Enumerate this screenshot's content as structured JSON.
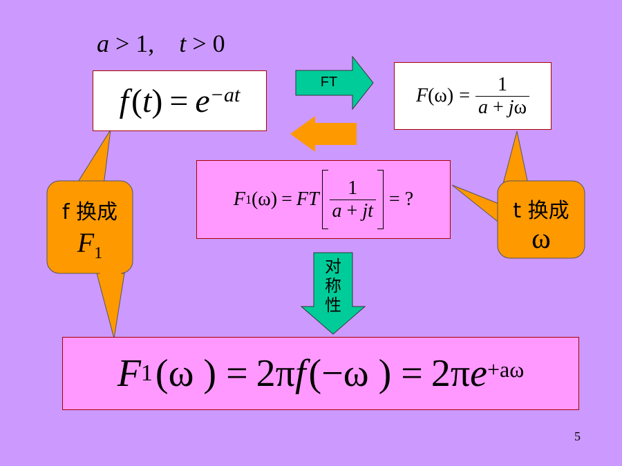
{
  "condition": {
    "a": "a",
    "gt1": "> 1,",
    "t": "t",
    "gt0": "> 0"
  },
  "time_fn": {
    "f": "f",
    "lp": "(",
    "t": "t",
    "rp": ")",
    "eq": "=",
    "e": "e",
    "exp": "−at"
  },
  "ft_arrow_label": "FT",
  "freq_fn": {
    "F": "F",
    "arg": "(ω)",
    "eq": "=",
    "num": "1",
    "den_a": "a",
    "den_plus": "+",
    "den_j": "j",
    "den_w": "ω"
  },
  "query": {
    "F": "F",
    "sub": "1",
    "arg": "(ω)",
    "eq": "=",
    "FT": "FT",
    "num": "1",
    "den_a": "a",
    "den_plus": "+",
    "den_jt": "jt",
    "tail": "= ?"
  },
  "left_callout": {
    "line1": "f 换成",
    "F": "F",
    "sub": "1"
  },
  "right_callout": {
    "line1": "t 换成",
    "omega": "ω"
  },
  "symmetry_label": [
    "对",
    "称",
    "性"
  ],
  "result": {
    "F": "F",
    "sub": "1",
    "arg": "(ω ) =",
    "two_pi": "2π",
    "f": "f",
    "arg2": "(−ω ) =",
    "two_pi2": "2π",
    "e": "e",
    "exp": "+aω"
  },
  "page_number": "5",
  "colors": {
    "background": "#cc99ff",
    "orange": "#ff9900",
    "teal": "#00cc99",
    "pink": "#ff99ff",
    "border": "#aa0000"
  }
}
